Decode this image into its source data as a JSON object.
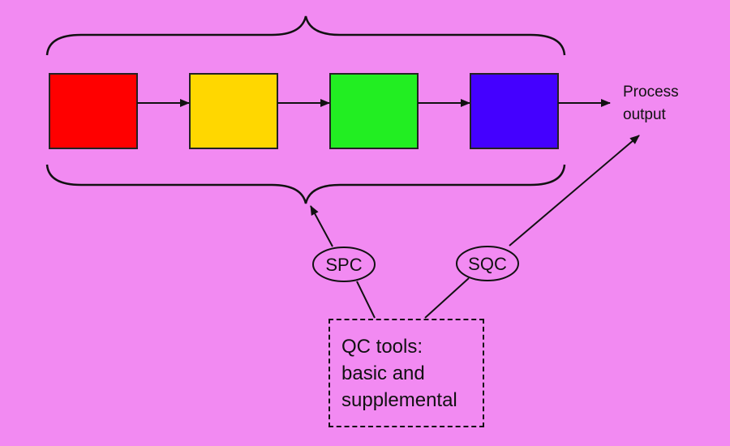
{
  "process_steps": [
    {
      "color": "#FF0000"
    },
    {
      "color": "#FFD700"
    },
    {
      "color": "#22EE22"
    },
    {
      "color": "#4400FF"
    }
  ],
  "process_output": {
    "line1": "Process",
    "line2": "output"
  },
  "spc": {
    "label": "SPC"
  },
  "sqc": {
    "label": "SQC"
  },
  "qc_tools": {
    "line1": "QC tools:",
    "line2": "basic and",
    "line3": "supplemental"
  },
  "colors": {
    "background": "#F28AF2",
    "ink": "#111111"
  }
}
